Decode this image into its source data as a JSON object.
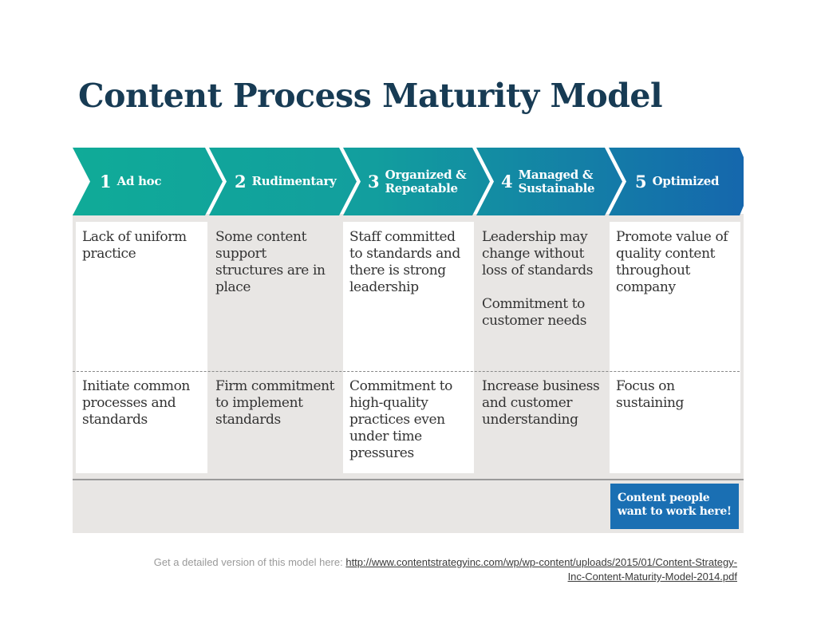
{
  "title": "Content Process Maturity Model",
  "colors": {
    "title": "#173b54",
    "stage_gradient": [
      "#10ab98",
      "#1567ad"
    ],
    "column_gray": "#e8e6e4",
    "callout": "#1a6fb3"
  },
  "stages": [
    {
      "number": "1",
      "name_line1": "Ad hoc",
      "name_line2": ""
    },
    {
      "number": "2",
      "name_line1": "Rudimentary",
      "name_line2": ""
    },
    {
      "number": "3",
      "name_line1": "Organized &",
      "name_line2": "Repeatable"
    },
    {
      "number": "4",
      "name_line1": "Managed &",
      "name_line2": "Sustainable"
    },
    {
      "number": "5",
      "name_line1": "Optimized",
      "name_line2": ""
    }
  ],
  "rows": {
    "top": [
      {
        "text": "Lack of uniform practice",
        "text2": ""
      },
      {
        "text": "Some content support structures are in place",
        "text2": ""
      },
      {
        "text": "Staff committed to standards and there is strong leadership",
        "text2": ""
      },
      {
        "text": "Leadership may change without loss of standards",
        "text2": "Commitment to customer needs"
      },
      {
        "text": "Promote value of quality content throughout company",
        "text2": ""
      }
    ],
    "bottom": [
      {
        "text": "Initiate common processes and standards"
      },
      {
        "text": "Firm commitment to implement standards"
      },
      {
        "text": "Commitment to high-quality practices even under time pressures"
      },
      {
        "text": "Increase business and customer understanding"
      },
      {
        "text": "Focus on sustaining"
      }
    ]
  },
  "callout": {
    "line1": "Content people",
    "line2": "want to work here!"
  },
  "footer": {
    "prefix": "Get a detailed version of this model here: ",
    "link_line1": "http://www.contentstrategyinc.com/wp/wp-content/uploads/2015/01/Content-Strategy-",
    "link_line2": "Inc-Content-Maturity-Model-2014.pdf"
  }
}
